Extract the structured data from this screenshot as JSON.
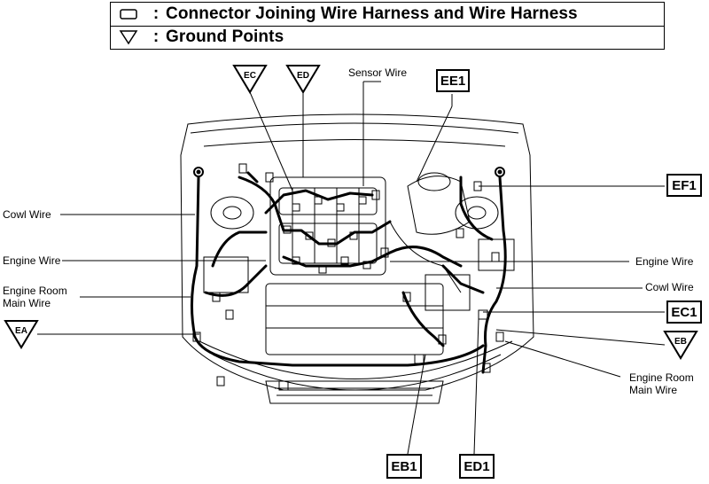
{
  "legend": {
    "connector_text": "Connector Joining Wire Harness and Wire Harness",
    "ground_text": "Ground Points",
    "colon": ":"
  },
  "ground_points": [
    "EC",
    "ED",
    "EA",
    "EB"
  ],
  "connectors": [
    "EE1",
    "EF1",
    "EC1",
    "EB1",
    "ED1"
  ],
  "labels": {
    "sensor_wire": "Sensor Wire",
    "cowl_wire_left": "Cowl Wire",
    "engine_wire_left": "Engine Wire",
    "engine_room_main_left_1": "Engine Room",
    "engine_room_main_left_2": "Main Wire",
    "engine_wire_right": "Engine Wire",
    "cowl_wire_right": "Cowl Wire",
    "engine_room_main_right_1": "Engine Room",
    "engine_room_main_right_2": "Main Wire"
  },
  "colors": {
    "ink": "#000000",
    "background": "#ffffff"
  }
}
